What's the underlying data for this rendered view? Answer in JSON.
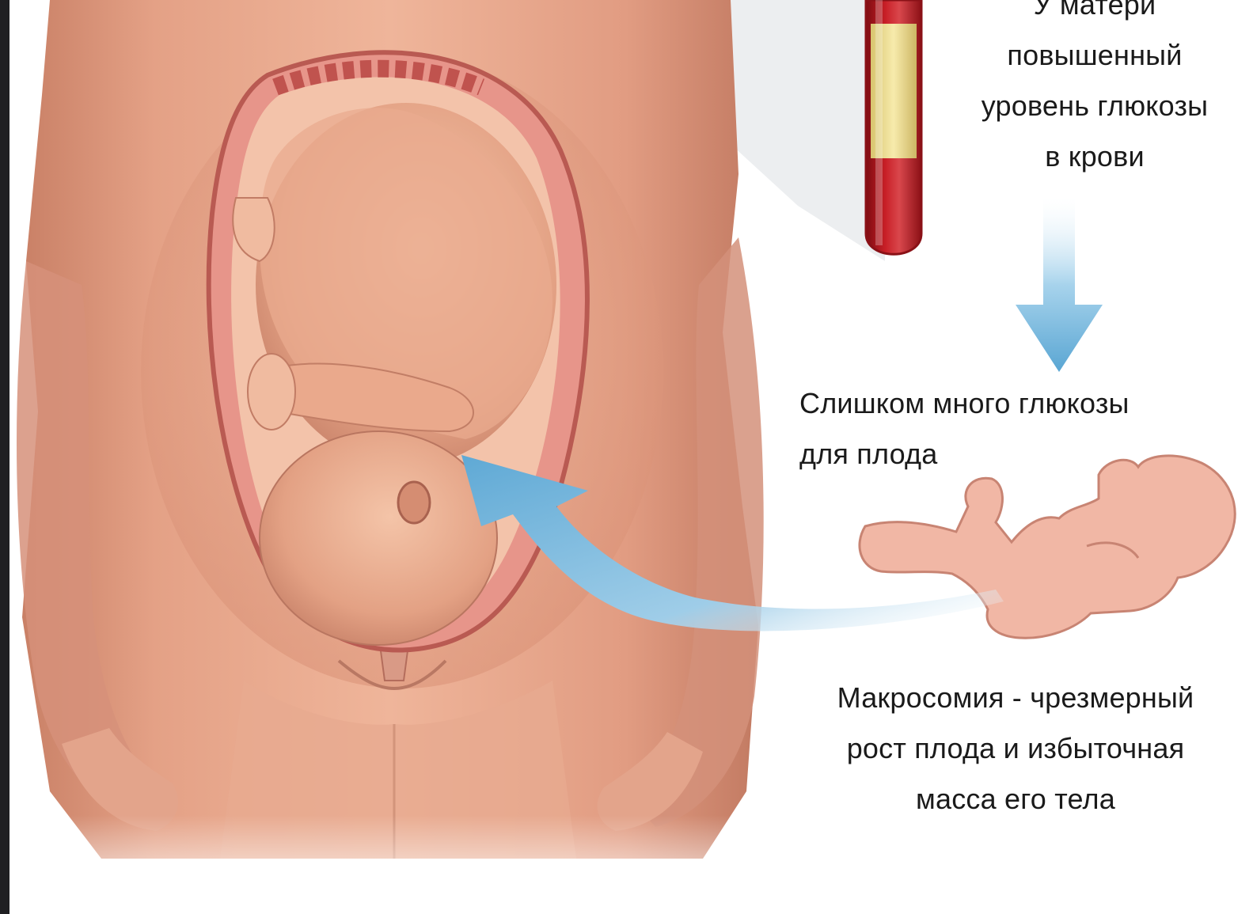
{
  "image": {
    "palette": {
      "skin": "#e7a58b",
      "skin_shadow": "#c9826a",
      "uterus": "#e3897f",
      "fetus": "#eab59b",
      "blood": "#b5161e",
      "serum": "#f0df93",
      "arrow": "#6fb3da",
      "background": "#ffffff",
      "border": "#1f1f22"
    },
    "icons": [
      "blood-tube-icon",
      "down-arrow-icon",
      "curved-arrow-icon",
      "newborn-icon"
    ]
  },
  "labels": {
    "mother_glucose": [
      "У матери",
      "повышенный",
      "уровень глюкозы",
      "в крови"
    ],
    "fetus_glucose": [
      "Слишком много глюкозы",
      "для плода"
    ],
    "macrosomia": [
      "Макросомия - чрезмерный",
      "рост плода и избыточная",
      "масса его тела"
    ]
  }
}
